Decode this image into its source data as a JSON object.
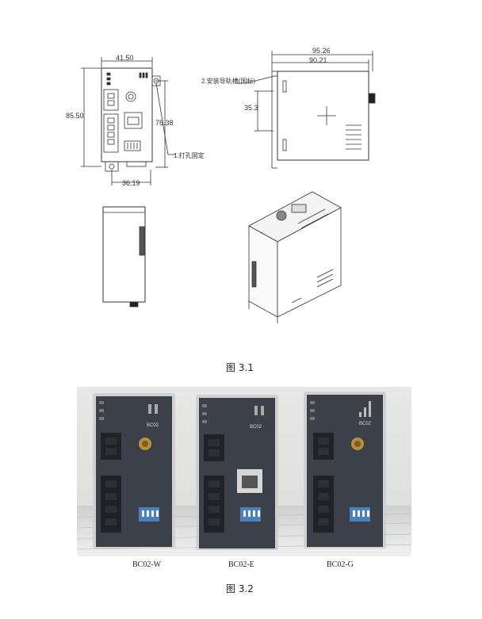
{
  "figure1": {
    "caption": "图 3.1",
    "dims": {
      "front_width": "41.50",
      "front_height": "85.50",
      "hole_spacing": "78.38",
      "bottom_width": "36.19",
      "side_total": "95.26",
      "side_inner": "90.21",
      "rail_depth": "35.3"
    },
    "notes": {
      "rail": "2.安装导轨槽(国标)",
      "hole": "1.打孔固定"
    }
  },
  "figure2": {
    "caption": "图 3.2",
    "devices": [
      {
        "model": "BC02-W",
        "label": "BC02"
      },
      {
        "model": "BC02-E",
        "label": "BC02"
      },
      {
        "model": "BC02-G",
        "label": "BC02"
      }
    ]
  },
  "colors": {
    "panel": "#3a3f4a",
    "body": "#c9cacc",
    "antenna": "#b8903a",
    "dip": "#4a7fc1"
  }
}
